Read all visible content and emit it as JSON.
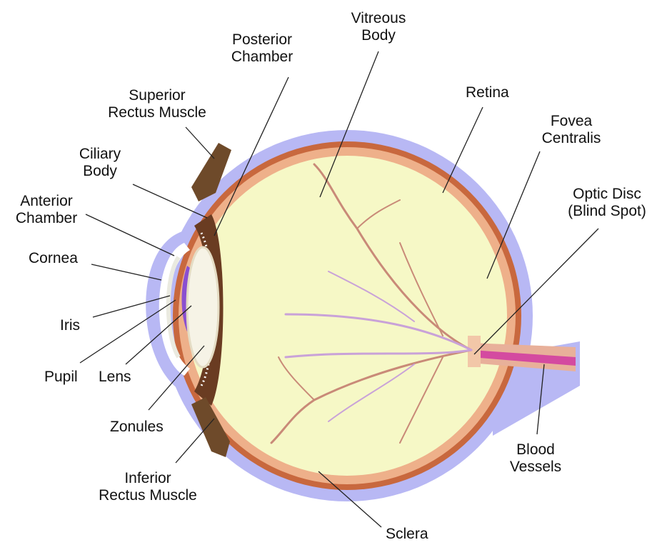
{
  "labels": {
    "vitreous_body": [
      "Vitreous",
      "Body"
    ],
    "posterior_chamber": [
      "Posterior",
      "Chamber"
    ],
    "superior_rectus": [
      "Superior",
      "Rectus Muscle"
    ],
    "retina": [
      "Retina"
    ],
    "fovea": [
      "Fovea",
      "Centralis"
    ],
    "ciliary_body": [
      "Ciliary",
      "Body"
    ],
    "optic_disc": [
      "Optic Disc",
      "(Blind Spot)"
    ],
    "anterior_chamber": [
      "Anterior",
      "Chamber"
    ],
    "cornea": [
      "Cornea"
    ],
    "iris": [
      "Iris"
    ],
    "pupil": [
      "Pupil"
    ],
    "lens": [
      "Lens"
    ],
    "zonules": [
      "Zonules"
    ],
    "blood_vessels": [
      "Blood",
      "Vessels"
    ],
    "inferior_rectus": [
      "Inferior",
      "Rectus Muscle"
    ],
    "sclera": [
      "Sclera"
    ]
  },
  "colors": {
    "sclera": "#b8b8f4",
    "choroid": "#c8683e",
    "retina": "#eeb08a",
    "vitreous": "#f6f8c6",
    "muscle": "#6e4a2a",
    "iris": "#8a4fd0",
    "lens": "#f6f3e6",
    "vessel_red": "#c98a78",
    "vessel_purple": "#c9a2d8",
    "optic_nerve_core": "#d44aa0",
    "leader": "#222222"
  }
}
